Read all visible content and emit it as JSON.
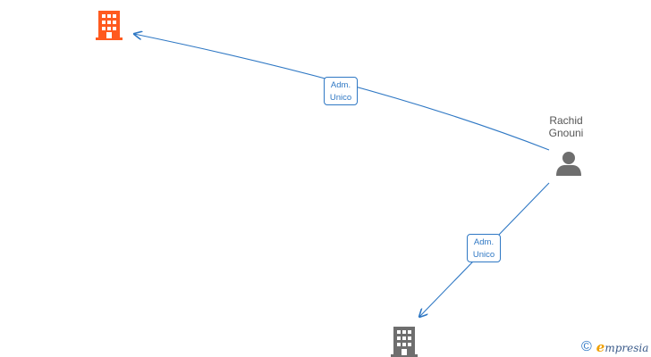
{
  "nodes": {
    "company_top": {
      "icon": "building-icon",
      "color": "#ff5a1f"
    },
    "company_bottom": {
      "icon": "building-icon",
      "color": "#6e6e6e"
    },
    "person": {
      "icon": "person-icon",
      "color": "#6e6e6e",
      "name_line1": "Rachid",
      "name_line2": "Gnouni"
    }
  },
  "edges": [
    {
      "label_line1": "Adm.",
      "label_line2": "Unico",
      "from": "person",
      "to": "company_top"
    },
    {
      "label_line1": "Adm.",
      "label_line2": "Unico",
      "from": "person",
      "to": "company_bottom"
    }
  ],
  "edge_color": "#2f78c4",
  "footer": {
    "copyright_symbol": "©",
    "brand_initial": "e",
    "brand_rest": "mpresia"
  }
}
